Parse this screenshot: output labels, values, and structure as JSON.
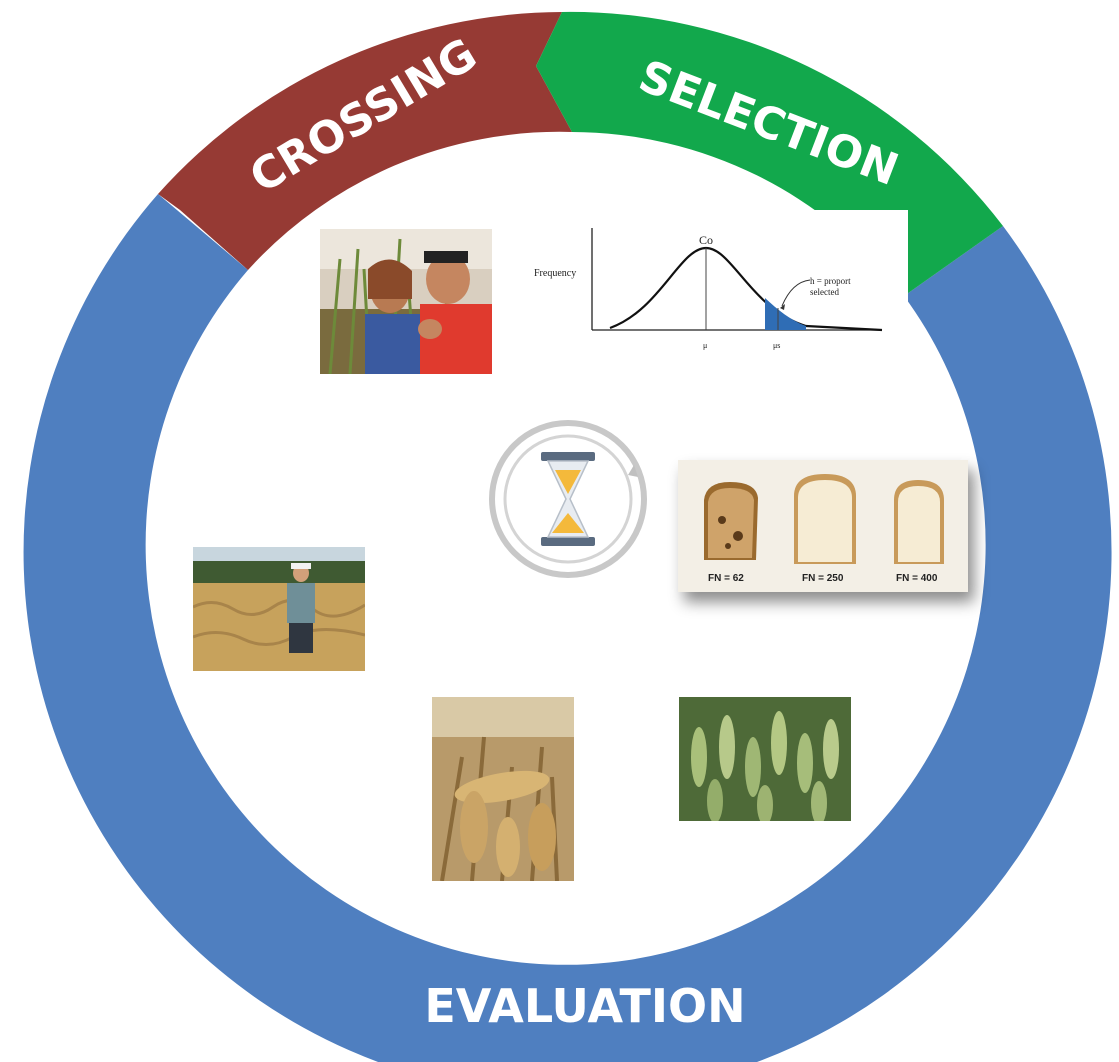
{
  "cycle": {
    "stages": {
      "crossing": "CROSSING",
      "selection": "SELECTION",
      "evaluation": "EVALUATION"
    },
    "colors": {
      "crossing": "#963a34",
      "selection": "#12a84c",
      "evaluation": "#4f7fc0"
    }
  },
  "center_icon": "hourglass-cycle-icon",
  "selection_graph": {
    "ylabel": "Frequency",
    "peak_label": "Co",
    "callout": "h = proportion selected",
    "callout_line1": "h = proport",
    "callout_line2": "selected",
    "mean_label": "μ",
    "selected_mean_label": "μs"
  },
  "bread_samples": {
    "labels": [
      "FN = 62",
      "FN = 250",
      "FN = 400"
    ]
  },
  "photos": {
    "crossing_photo": "two people inspecting wheat heads",
    "field_photo": "man standing in wheat field",
    "ripe_wheat_photo": "ripe golden wheat ears",
    "green_wheat_photo": "green wheat ears"
  }
}
